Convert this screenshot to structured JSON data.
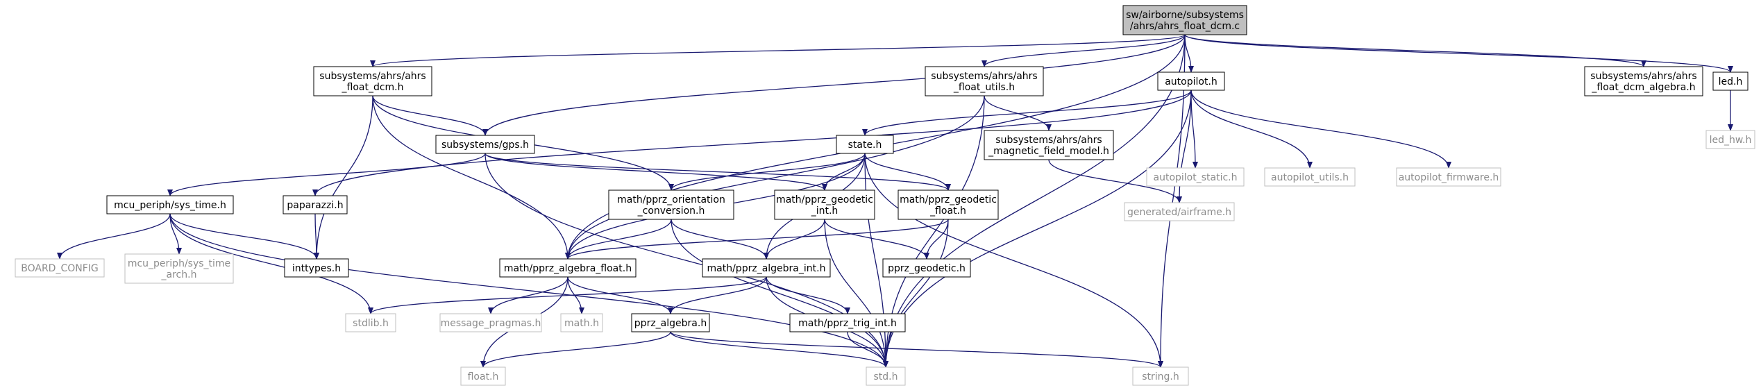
{
  "colors": {
    "edge": "#191970",
    "root_fill": "#bfbfbf",
    "node_fill": "#ffffff",
    "node_border": "#000000",
    "text": "#000000",
    "system_border": "#bfbfbf",
    "system_text": "#8c8c8c"
  },
  "nodes": {
    "root": {
      "label": [
        "sw/airborne/subsystems",
        "/ahrs/ahrs_float_dcm.c"
      ],
      "kind": "root"
    },
    "ahrs_float_dcm_h": {
      "label": [
        "subsystems/ahrs/ahrs",
        "_float_dcm.h"
      ],
      "kind": "normal"
    },
    "ahrs_float_utils_h": {
      "label": [
        "subsystems/ahrs/ahrs",
        "_float_utils.h"
      ],
      "kind": "normal"
    },
    "autopilot_h": {
      "label": [
        "autopilot.h"
      ],
      "kind": "normal"
    },
    "ahrs_float_dcm_algebra_h": {
      "label": [
        "subsystems/ahrs/ahrs",
        "_float_dcm_algebra.h"
      ],
      "kind": "normal"
    },
    "led_h": {
      "label": [
        "led.h"
      ],
      "kind": "normal"
    },
    "led_hw_h": {
      "label": [
        "led_hw.h"
      ],
      "kind": "system"
    },
    "gps_h": {
      "label": [
        "subsystems/gps.h"
      ],
      "kind": "normal"
    },
    "state_h": {
      "label": [
        "state.h"
      ],
      "kind": "normal"
    },
    "magnetic_field_h": {
      "label": [
        "subsystems/ahrs/ahrs",
        "_magnetic_field_model.h"
      ],
      "kind": "normal"
    },
    "autopilot_static_h": {
      "label": [
        "autopilot_static.h"
      ],
      "kind": "system"
    },
    "autopilot_utils_h": {
      "label": [
        "autopilot_utils.h"
      ],
      "kind": "system"
    },
    "autopilot_firmware_h": {
      "label": [
        "autopilot_firmware.h"
      ],
      "kind": "system"
    },
    "generated_airframe_h": {
      "label": [
        "generated/airframe.h"
      ],
      "kind": "system"
    },
    "sys_time_h": {
      "label": [
        "mcu_periph/sys_time.h"
      ],
      "kind": "normal"
    },
    "paparazzi_h": {
      "label": [
        "paparazzi.h"
      ],
      "kind": "normal"
    },
    "orientation_conversion_h": {
      "label": [
        "math/pprz_orientation",
        "_conversion.h"
      ],
      "kind": "normal"
    },
    "geodetic_int_h": {
      "label": [
        "math/pprz_geodetic",
        "_int.h"
      ],
      "kind": "normal"
    },
    "geodetic_float_h": {
      "label": [
        "math/pprz_geodetic",
        "_float.h"
      ],
      "kind": "normal"
    },
    "board_config": {
      "label": [
        "BOARD_CONFIG"
      ],
      "kind": "system"
    },
    "sys_time_arch_h": {
      "label": [
        "mcu_periph/sys_time",
        "_arch.h"
      ],
      "kind": "system"
    },
    "inttypes_h": {
      "label": [
        "inttypes.h"
      ],
      "kind": "normal"
    },
    "algebra_float_h": {
      "label": [
        "math/pprz_algebra_float.h"
      ],
      "kind": "normal"
    },
    "algebra_int_h": {
      "label": [
        "math/pprz_algebra_int.h"
      ],
      "kind": "normal"
    },
    "pprz_geodetic_h": {
      "label": [
        "pprz_geodetic.h"
      ],
      "kind": "normal"
    },
    "stdlib_h": {
      "label": [
        "stdlib.h"
      ],
      "kind": "system"
    },
    "message_pragmas_h": {
      "label": [
        "message_pragmas.h"
      ],
      "kind": "system"
    },
    "math_h": {
      "label": [
        "math.h"
      ],
      "kind": "system"
    },
    "pprz_algebra_h": {
      "label": [
        "pprz_algebra.h"
      ],
      "kind": "normal"
    },
    "trig_int_h": {
      "label": [
        "math/pprz_trig_int.h"
      ],
      "kind": "normal"
    },
    "float_h": {
      "label": [
        "float.h"
      ],
      "kind": "system"
    },
    "std_h": {
      "label": [
        "std.h"
      ],
      "kind": "system"
    },
    "string_h": {
      "label": [
        "string.h"
      ],
      "kind": "system"
    }
  },
  "edges": [
    [
      "root",
      "ahrs_float_dcm_h"
    ],
    [
      "root",
      "ahrs_float_utils_h"
    ],
    [
      "root",
      "autopilot_h"
    ],
    [
      "root",
      "ahrs_float_dcm_algebra_h"
    ],
    [
      "root",
      "led_h"
    ],
    [
      "root",
      "gps_h"
    ],
    [
      "root",
      "algebra_float_h"
    ],
    [
      "root",
      "std_h"
    ],
    [
      "root",
      "string_h"
    ],
    [
      "led_h",
      "led_hw_h"
    ],
    [
      "ahrs_float_dcm_h",
      "gps_h"
    ],
    [
      "ahrs_float_dcm_h",
      "inttypes_h"
    ],
    [
      "ahrs_float_dcm_h",
      "algebra_float_h"
    ],
    [
      "ahrs_float_dcm_h",
      "orientation_conversion_h"
    ],
    [
      "ahrs_float_utils_h",
      "algebra_float_h"
    ],
    [
      "ahrs_float_utils_h",
      "magnetic_field_h"
    ],
    [
      "ahrs_float_utils_h",
      "std_h"
    ],
    [
      "autopilot_h",
      "state_h"
    ],
    [
      "autopilot_h",
      "paparazzi_h"
    ],
    [
      "autopilot_h",
      "generated_airframe_h"
    ],
    [
      "autopilot_h",
      "autopilot_static_h"
    ],
    [
      "autopilot_h",
      "autopilot_utils_h"
    ],
    [
      "autopilot_h",
      "autopilot_firmware_h"
    ],
    [
      "autopilot_h",
      "std_h"
    ],
    [
      "magnetic_field_h",
      "generated_airframe_h"
    ],
    [
      "gps_h",
      "sys_time_h"
    ],
    [
      "gps_h",
      "geodetic_int_h"
    ],
    [
      "gps_h",
      "geodetic_float_h"
    ],
    [
      "gps_h",
      "std_h"
    ],
    [
      "state_h",
      "orientation_conversion_h"
    ],
    [
      "state_h",
      "geodetic_int_h"
    ],
    [
      "state_h",
      "geodetic_float_h"
    ],
    [
      "state_h",
      "algebra_float_h"
    ],
    [
      "state_h",
      "algebra_int_h"
    ],
    [
      "state_h",
      "std_h"
    ],
    [
      "state_h",
      "string_h"
    ],
    [
      "sys_time_h",
      "board_config"
    ],
    [
      "sys_time_h",
      "sys_time_arch_h"
    ],
    [
      "sys_time_h",
      "inttypes_h"
    ],
    [
      "sys_time_h",
      "stdlib_h"
    ],
    [
      "sys_time_h",
      "std_h"
    ],
    [
      "paparazzi_h",
      "inttypes_h"
    ],
    [
      "orientation_conversion_h",
      "algebra_float_h"
    ],
    [
      "orientation_conversion_h",
      "algebra_int_h"
    ],
    [
      "orientation_conversion_h",
      "std_h"
    ],
    [
      "geodetic_int_h",
      "algebra_int_h"
    ],
    [
      "geodetic_int_h",
      "pprz_geodetic_h"
    ],
    [
      "geodetic_int_h",
      "std_h"
    ],
    [
      "geodetic_float_h",
      "pprz_geodetic_h"
    ],
    [
      "geodetic_float_h",
      "algebra_float_h"
    ],
    [
      "geodetic_float_h",
      "std_h"
    ],
    [
      "algebra_float_h",
      "pprz_algebra_h"
    ],
    [
      "algebra_float_h",
      "message_pragmas_h"
    ],
    [
      "algebra_float_h",
      "math_h"
    ],
    [
      "algebra_float_h",
      "float_h"
    ],
    [
      "algebra_int_h",
      "stdlib_h"
    ],
    [
      "algebra_int_h",
      "pprz_algebra_h"
    ],
    [
      "algebra_int_h",
      "trig_int_h"
    ],
    [
      "algebra_int_h",
      "std_h"
    ],
    [
      "pprz_algebra_h",
      "float_h"
    ],
    [
      "pprz_algebra_h",
      "std_h"
    ],
    [
      "pprz_algebra_h",
      "string_h"
    ],
    [
      "trig_int_h",
      "std_h"
    ]
  ]
}
